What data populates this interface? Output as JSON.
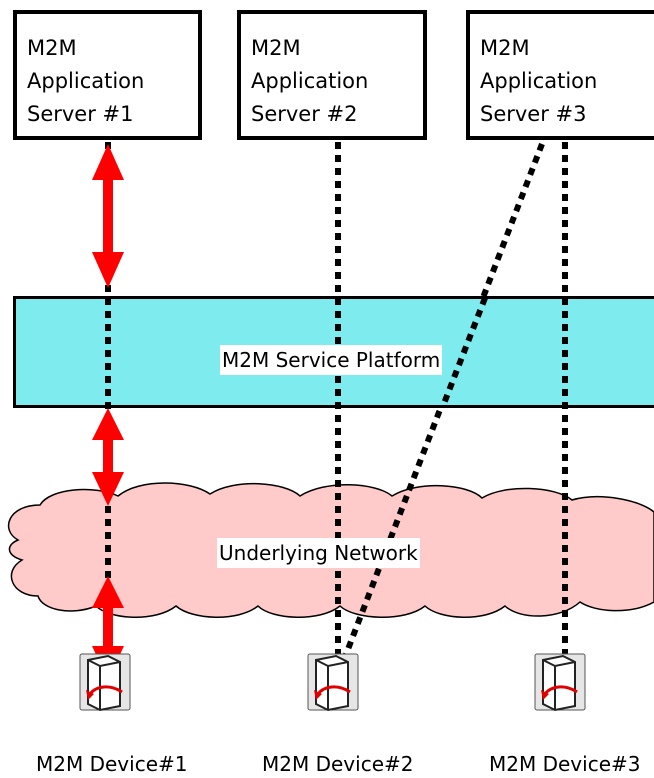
{
  "servers": [
    {
      "line1": "M2M",
      "line2": "Application",
      "line3": "Server #1"
    },
    {
      "line1": "M2M",
      "line2": "Application",
      "line3": "Server #2"
    },
    {
      "line1": "M2M",
      "line2": "Application",
      "line3": "Server #3"
    }
  ],
  "platform": {
    "label": "M2M Service Platform"
  },
  "network": {
    "label": "Underlying Network"
  },
  "devices": [
    {
      "label": "M2M Device#1"
    },
    {
      "label": "M2M Device#2"
    },
    {
      "label": "M2M Device#3"
    }
  ],
  "colors": {
    "platform_fill": "#7eecef",
    "network_fill": "#ffcaca",
    "arrow": "#ff0000",
    "connector": "#000000"
  }
}
